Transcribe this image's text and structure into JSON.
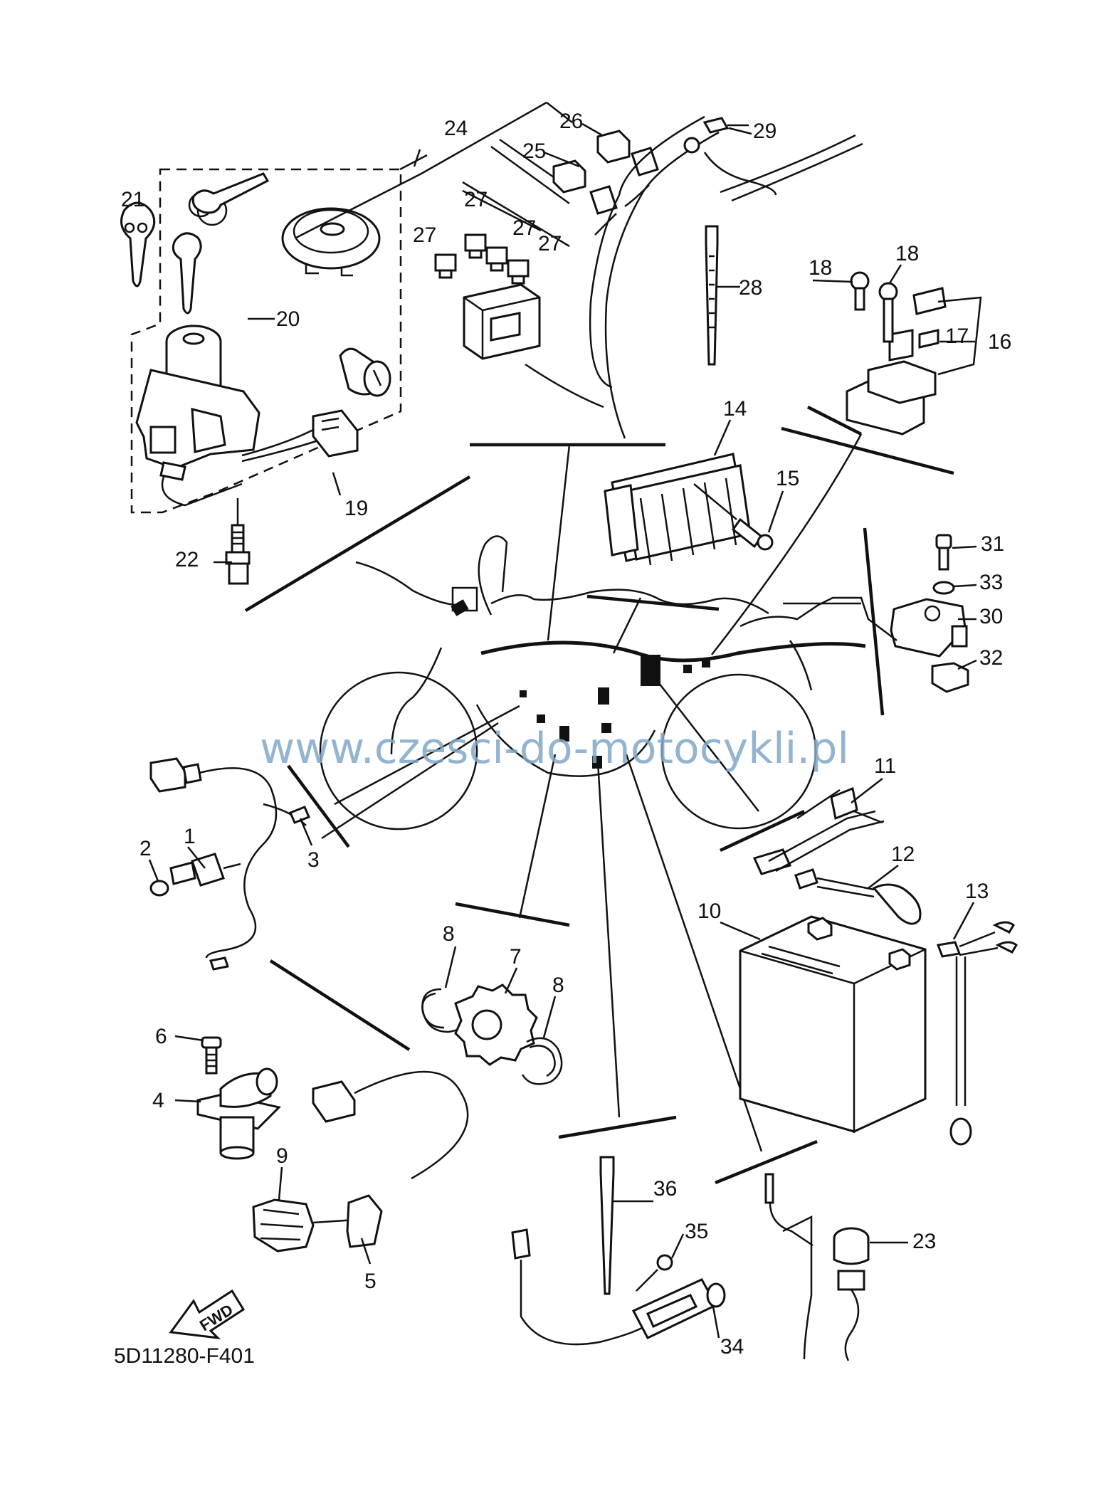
{
  "watermark": "www.czesci-do-motocykli.pl",
  "diagram_code": "5D11280-F401",
  "fwd_label": "FWD",
  "callouts": [
    "1",
    "2",
    "3",
    "4",
    "5",
    "6",
    "7",
    "8",
    "8",
    "9",
    "10",
    "11",
    "12",
    "13",
    "14",
    "15",
    "16",
    "17",
    "18",
    "18",
    "19",
    "20",
    "21",
    "22",
    "23",
    "24",
    "25",
    "26",
    "27",
    "27",
    "27",
    "27",
    "28",
    "29",
    "30",
    "31",
    "32",
    "33",
    "34",
    "35",
    "36"
  ]
}
